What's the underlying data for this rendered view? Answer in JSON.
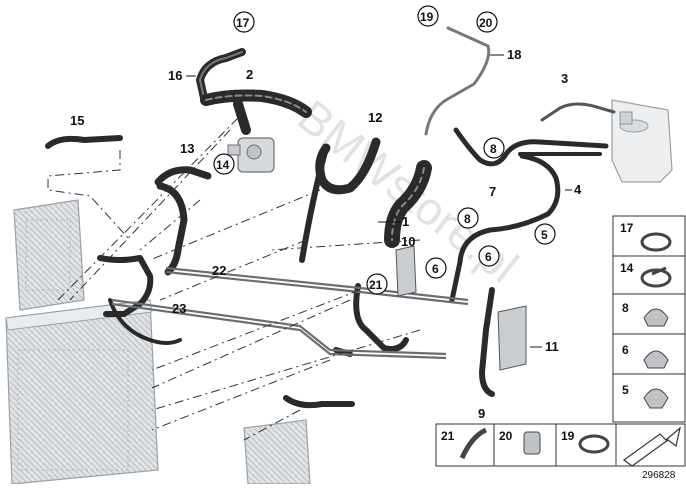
{
  "diagram": {
    "callouts": [
      "1",
      "2",
      "3",
      "4",
      "5",
      "6",
      "7",
      "8",
      "9",
      "10",
      "11",
      "12",
      "13",
      "14",
      "15",
      "16",
      "17",
      "18",
      "19",
      "20",
      "21",
      "22",
      "23"
    ],
    "circled_callouts": [
      "17",
      "19",
      "20",
      "14",
      "8",
      "5",
      "6",
      "21"
    ],
    "clip_legend": [
      {
        "number": "17",
        "part": "hose-clamp-band"
      },
      {
        "number": "14",
        "part": "hose-clamp-spring"
      },
      {
        "number": "8",
        "part": "clip-holder"
      },
      {
        "number": "6",
        "part": "clip-bracket"
      },
      {
        "number": "5",
        "part": "clip-clamp"
      },
      {
        "number": "21",
        "part": "bracket-strap"
      },
      {
        "number": "20",
        "part": "hose-clip"
      },
      {
        "number": "19",
        "part": "hose-clamp-small"
      }
    ],
    "watermark": "BMWstore.pl",
    "diagram_id": "296828",
    "colors": {
      "hose": "#2a2a2a",
      "hose_highlight": "#8a8a8a",
      "radiator": "#d9dde0",
      "line": "#222222",
      "watermark": "#b8bcc4"
    },
    "icons": [
      "arrow-right-icon"
    ]
  }
}
